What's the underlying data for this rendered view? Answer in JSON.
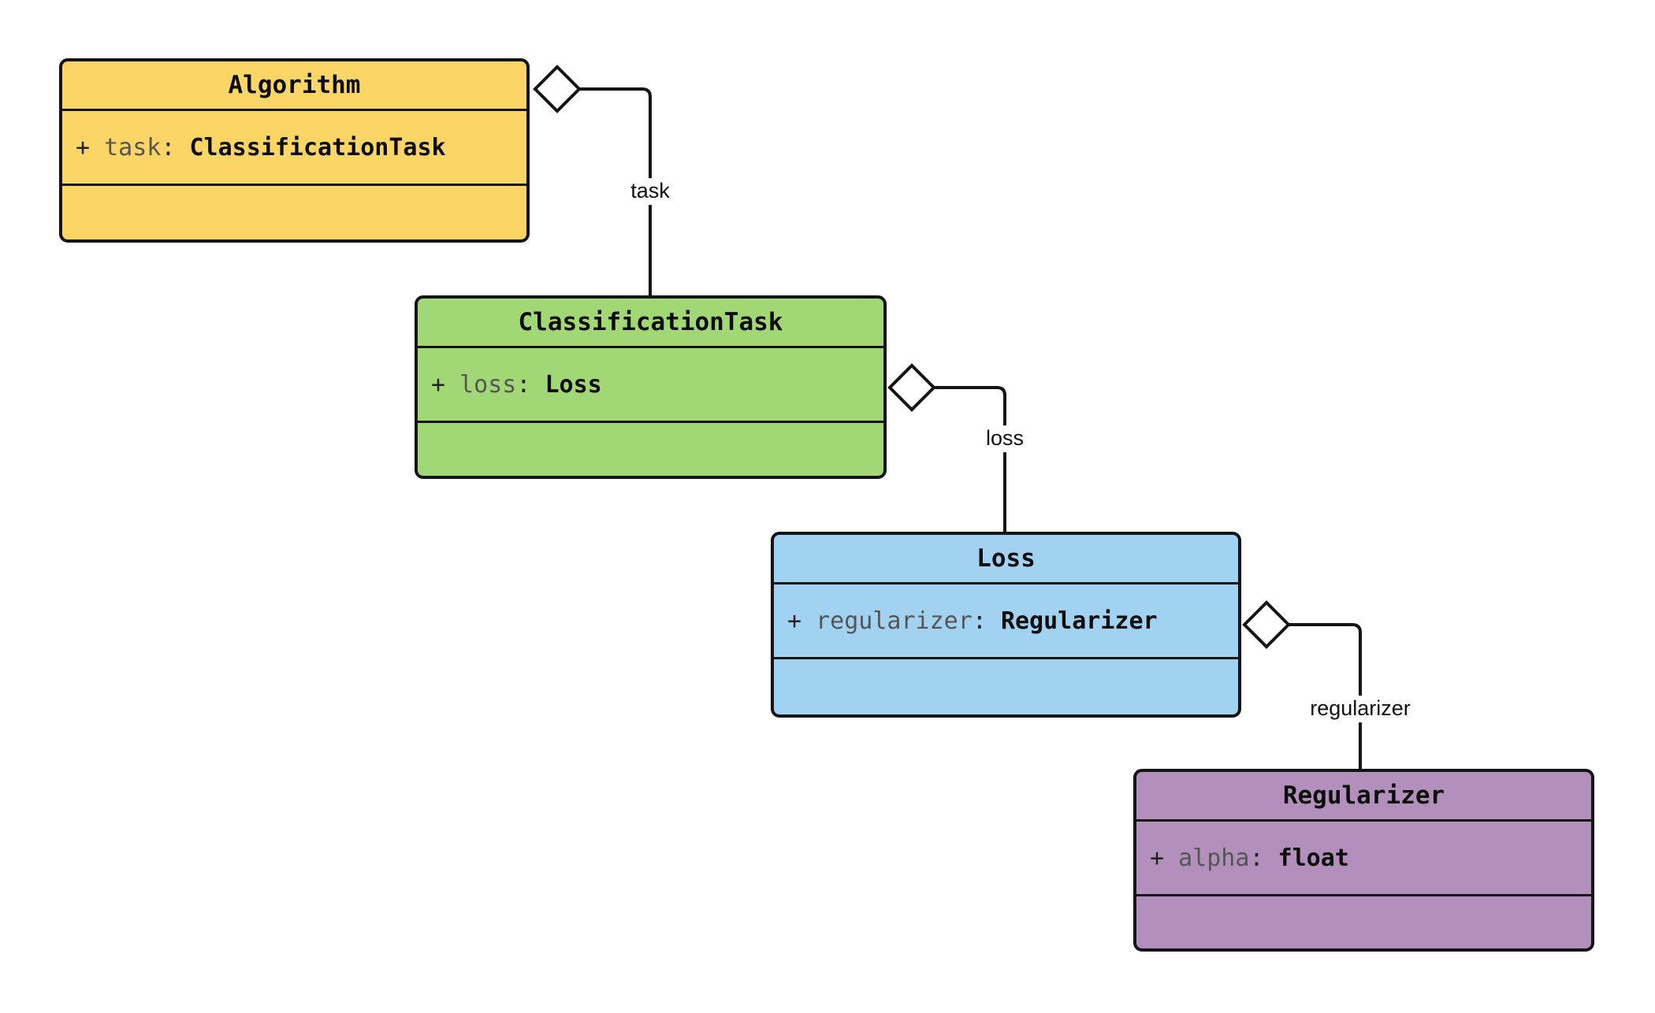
{
  "diagram": {
    "kind": "uml-class-diagram",
    "colors": {
      "canvas_background": "#ffffff",
      "stroke": "#141414",
      "diamond_fill": "#ffffff",
      "attribute_name_color": "#555555",
      "algorithm_fill": "#fbd566",
      "classificationtask_fill": "#a2d776",
      "loss_fill": "#a2d2f2",
      "regularizer_fill": "#b290bb"
    },
    "classes": [
      {
        "name": "Algorithm",
        "fill": "#fbd566",
        "attribute": {
          "vis": "+ ",
          "name": "task",
          "sep": ": ",
          "type": "ClassificationTask"
        }
      },
      {
        "name": "ClassificationTask",
        "fill": "#a2d776",
        "attribute": {
          "vis": "+ ",
          "name": "loss",
          "sep": ": ",
          "type": "Loss"
        }
      },
      {
        "name": "Loss",
        "fill": "#a2d2f2",
        "attribute": {
          "vis": "+ ",
          "name": "regularizer",
          "sep": ": ",
          "type": "Regularizer"
        }
      },
      {
        "name": "Regularizer",
        "fill": "#b290bb",
        "attribute": {
          "vis": "+ ",
          "name": "alpha",
          "sep": ": ",
          "type": "float"
        }
      }
    ],
    "edges": [
      {
        "from": "Algorithm",
        "to": "ClassificationTask",
        "label": "task",
        "kind": "aggregation"
      },
      {
        "from": "ClassificationTask",
        "to": "Loss",
        "label": "loss",
        "kind": "aggregation"
      },
      {
        "from": "Loss",
        "to": "Regularizer",
        "label": "regularizer",
        "kind": "aggregation"
      }
    ]
  }
}
